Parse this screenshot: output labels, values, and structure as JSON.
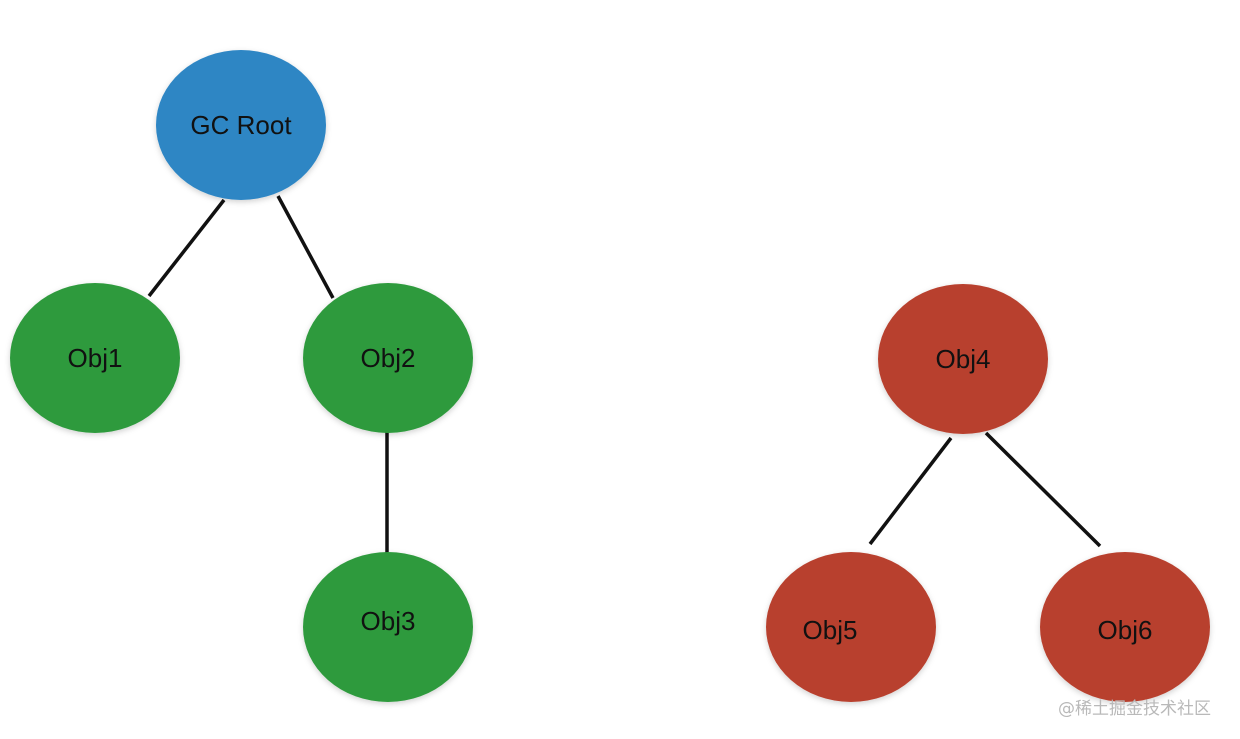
{
  "nodes": [
    {
      "id": "gc-root",
      "label": "GC Root",
      "group": "root"
    },
    {
      "id": "obj1",
      "label": "Obj1",
      "group": "reachable"
    },
    {
      "id": "obj2",
      "label": "Obj2",
      "group": "reachable"
    },
    {
      "id": "obj3",
      "label": "Obj3",
      "group": "reachable"
    },
    {
      "id": "obj4",
      "label": "Obj4",
      "group": "unreachable"
    },
    {
      "id": "obj5",
      "label": "Obj5",
      "group": "unreachable"
    },
    {
      "id": "obj6",
      "label": "Obj6",
      "group": "unreachable"
    }
  ],
  "edges": [
    {
      "from": "gc-root",
      "to": "obj1"
    },
    {
      "from": "gc-root",
      "to": "obj2"
    },
    {
      "from": "obj2",
      "to": "obj3"
    },
    {
      "from": "obj4",
      "to": "obj5"
    },
    {
      "from": "obj4",
      "to": "obj6"
    }
  ],
  "colors": {
    "root": "#2f86c4",
    "reachable": "#2e9a3d",
    "unreachable": "#b8402d",
    "edge": "#111111",
    "text": "#111111",
    "watermark": "#b9b9b9"
  },
  "watermark": "@稀土掘金技术社区"
}
